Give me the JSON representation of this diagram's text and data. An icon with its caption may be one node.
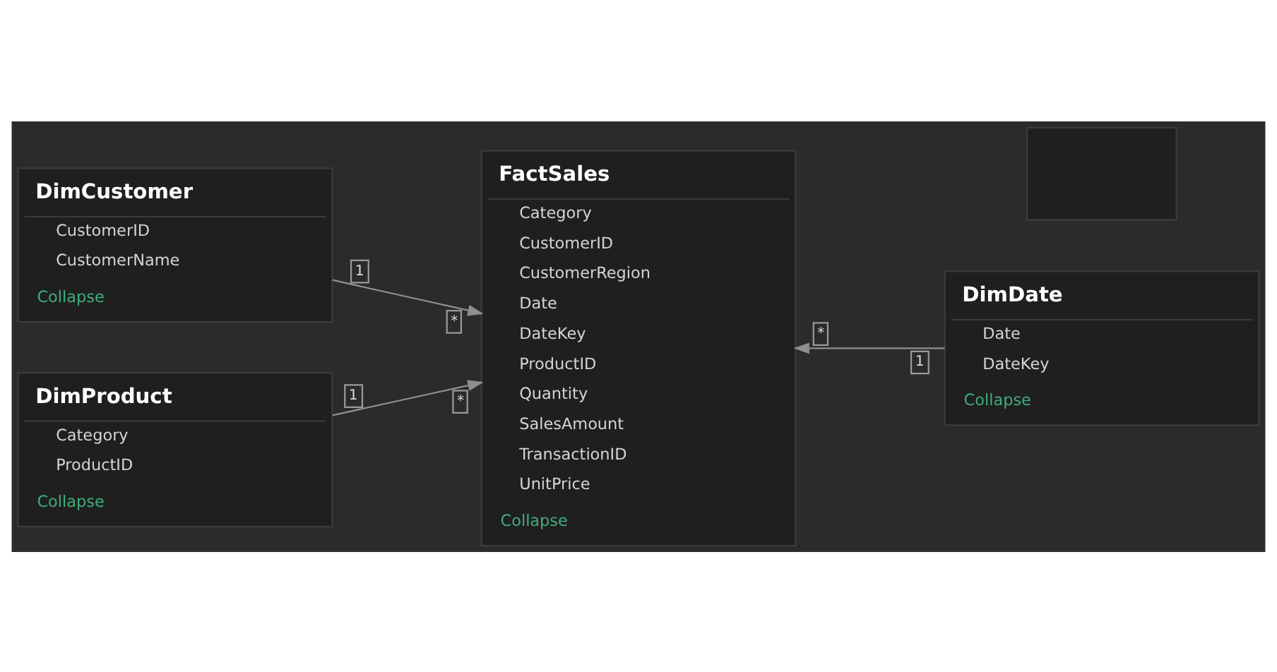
{
  "diagram": {
    "nodes": [
      {
        "text": [
          "DimCustomer",
          "CustomerID",
          "CustomerName",
          "Collapse"
        ]
      },
      {
        "text": [
          "FactSales",
          "Category",
          "CustomerID",
          "CustomerRegion",
          "Date",
          "DateKey",
          "ProductID",
          "Quantity",
          "SalesAmount",
          "TransactionID",
          "UnitPrice",
          "Collapse"
        ]
      },
      {
        "text": [
          "DimDate",
          "Date",
          "DateKey",
          "Collapse"
        ]
      },
      {
        "text": [
          "DimProduct",
          "Category",
          "ProductID",
          "Collapse"
        ]
      },
      {
        "text": [],
        "shape": "box"
      }
    ],
    "edges": [
      {
        "from": 0,
        "to": 1,
        "arrow": "to"
      },
      {
        "from": 3,
        "to": 1,
        "arrow": "to"
      },
      {
        "from": 2,
        "to": 1,
        "arrow": "to"
      }
    ],
    "labels": [
      "1",
      "*",
      "1",
      "*",
      "1",
      "*"
    ]
  }
}
